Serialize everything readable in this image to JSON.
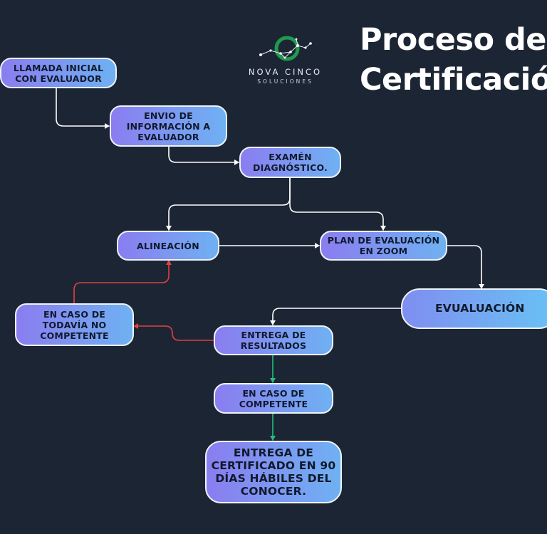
{
  "title": {
    "line1": "Proceso de",
    "line2": "Certificación"
  },
  "logo": {
    "name": "NOVA CINCO",
    "subtitle": "SOLUCIONES"
  },
  "nodes": {
    "llamada": "LLAMADA INICIAL\nCON EVALUADOR",
    "envio": "ENVIO DE\nINFORMACIÓN A\nEVALUADOR",
    "examen": "EXAMÉN\nDIAGNÓSTICO.",
    "alineacion": "ALINEACIÓN",
    "plan": "PLAN DE EVALUACIÓN\nEN ZOOM",
    "evaluacion": "EVUALUACIÓN",
    "no_competente": "EN CASO DE\nTODAVÍA NO\nCOMPETENTE",
    "entrega_resultados": "ENTREGA DE\nRESULTADOS",
    "competente": "EN CASO DE\nCOMPETENTE",
    "entrega_certificado": "ENTREGA DE\nCERTIFICADO EN 90\nDÍAS HÁBILES DEL\nCONOCER."
  },
  "colors": {
    "background": "#1c2534",
    "connector": "#ffffff",
    "fail_connector": "#e0413c",
    "success_connector": "#22c07a",
    "node_gradient_start": "#8a7df0",
    "node_gradient_end": "#6fb1f2"
  }
}
